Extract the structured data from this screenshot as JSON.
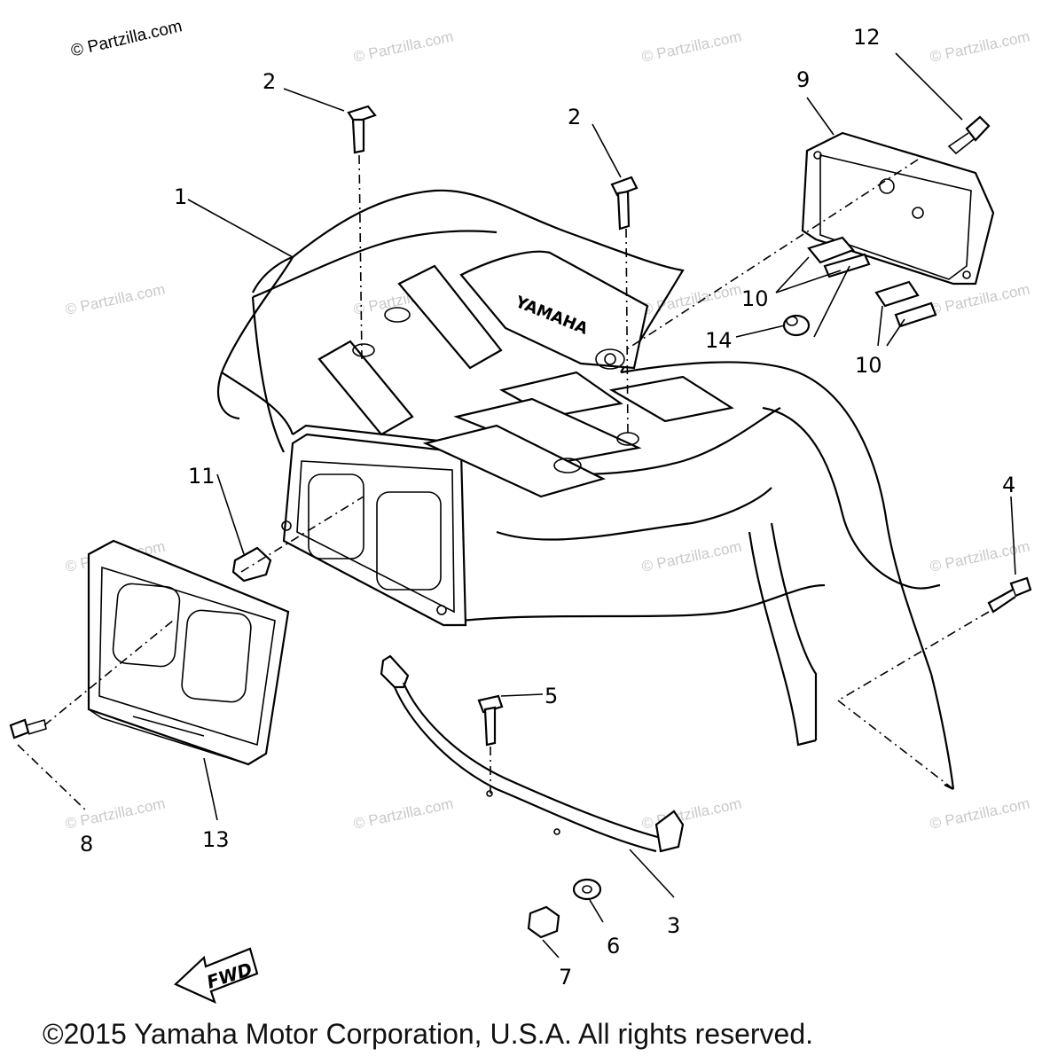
{
  "watermark_top": "© Partzilla.com",
  "watermark_faint": "© Partzilla.com",
  "brand_on_fender": "YAMAHA",
  "fwd_label": "FWD",
  "copyright": "©2015 Yamaha Motor Corporation, U.S.A. All rights reserved.",
  "callouts": {
    "c1": "1",
    "c2a": "2",
    "c2b": "2",
    "c3": "3",
    "c4": "4",
    "c5": "5",
    "c6": "6",
    "c7": "7",
    "c8": "8",
    "c9": "9",
    "c10a": "10",
    "c10b": "10",
    "c11": "11",
    "c12": "12",
    "c13": "13",
    "c14": "14"
  }
}
